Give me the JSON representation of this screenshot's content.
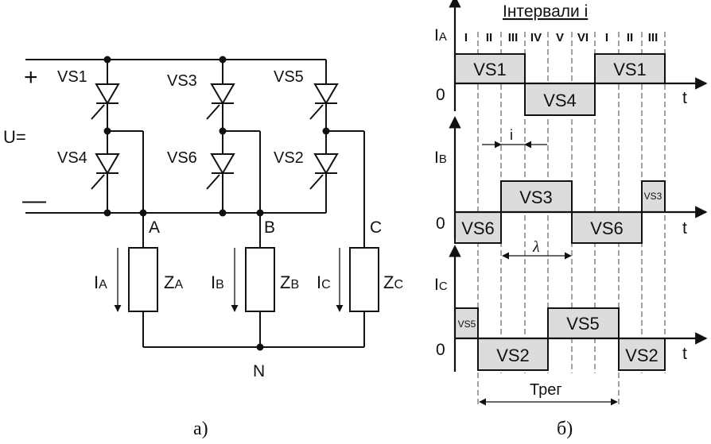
{
  "circuit": {
    "plus": "+",
    "minus": "—",
    "supply": "U=",
    "thyristors": [
      "VS1",
      "VS3",
      "VS5",
      "VS4",
      "VS6",
      "VS2"
    ],
    "phases": [
      "A",
      "B",
      "C"
    ],
    "currents": [
      {
        "main": "I",
        "sub": "A"
      },
      {
        "main": "I",
        "sub": "B"
      },
      {
        "main": "I",
        "sub": "C"
      }
    ],
    "loads": [
      {
        "main": "Z",
        "sub": "A"
      },
      {
        "main": "Z",
        "sub": "B"
      },
      {
        "main": "Z",
        "sub": "C"
      }
    ],
    "neutral": "N",
    "caption": "а)"
  },
  "timing": {
    "title": "Інтервали і",
    "intervals": [
      "I",
      "II",
      "III",
      "IV",
      "V",
      "VI",
      "I",
      "II",
      "III"
    ],
    "axis_t": "t",
    "zero": "0",
    "ia": {
      "main": "I",
      "sub": "A",
      "pos": [
        "VS1",
        "VS1"
      ],
      "neg": [
        "VS4"
      ]
    },
    "ib": {
      "main": "I",
      "sub": "B",
      "pos": [
        "VS3",
        "VS3"
      ],
      "neg": [
        "VS6",
        "VS6"
      ]
    },
    "ic": {
      "main": "I",
      "sub": "C",
      "pos": [
        "VS5",
        "VS5"
      ],
      "neg": [
        "VS2",
        "VS2"
      ]
    },
    "interval_marker": "і",
    "lambda": "λ",
    "period": "Трег",
    "caption": "б)"
  }
}
